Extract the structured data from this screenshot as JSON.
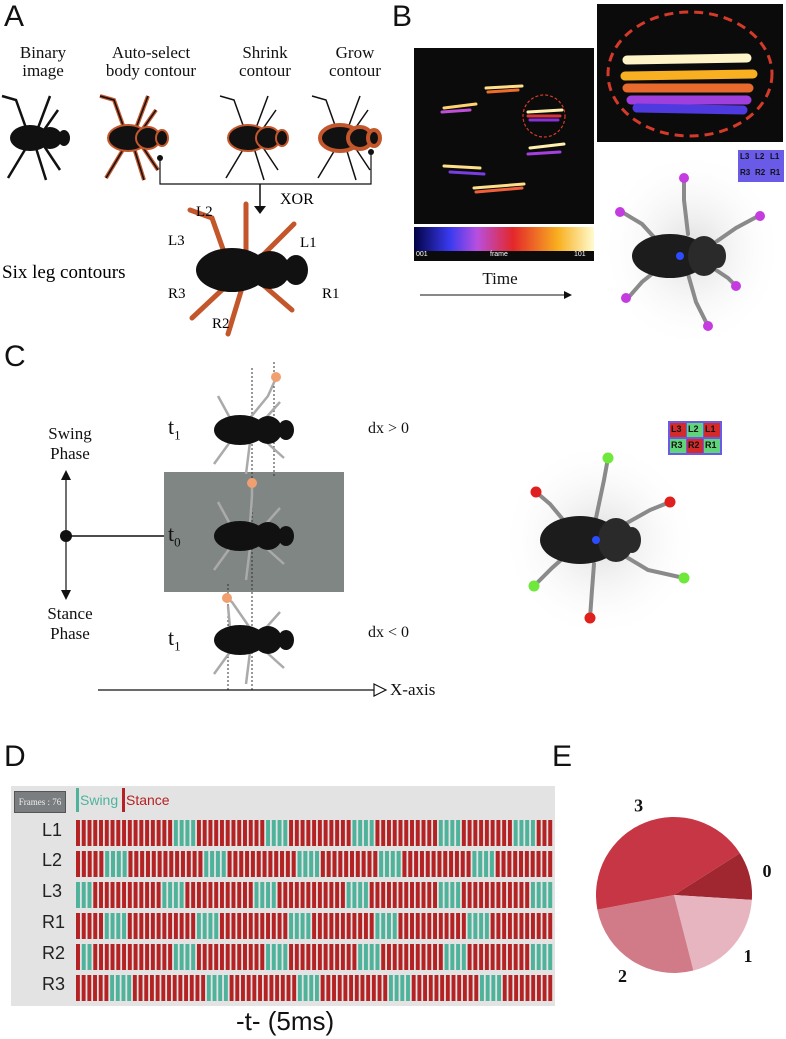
{
  "panels": {
    "a": "A",
    "b": "B",
    "c": "C",
    "d": "D",
    "e": "E"
  },
  "panelA": {
    "steps": [
      "Binary\nimage",
      "Auto-select\nbody contour",
      "Shrink\ncontour",
      "Grow\ncontour"
    ],
    "xor": "XOR",
    "six_leg": "Six leg contours",
    "legs": {
      "L1": "L1",
      "L2": "L2",
      "L3": "L3",
      "R1": "R1",
      "R2": "R2",
      "R3": "R3"
    }
  },
  "panelB": {
    "colorbar_min": "001",
    "colorbar_mid": "frame",
    "colorbar_max": "101",
    "time_label": "Time",
    "legend_top": [
      "L3",
      "L2",
      "L1"
    ],
    "legend_bottom": [
      "R3",
      "R2",
      "R1"
    ]
  },
  "panelC": {
    "t1_top": "t",
    "t1_top_sub": "1",
    "t0": "t",
    "t0_sub": "0",
    "t1_bot": "t",
    "t1_bot_sub": "1",
    "swing": "Swing\nPhase",
    "stance": "Stance\nPhase",
    "dx_pos": "dx > 0",
    "dx_neg": "dx < 0",
    "x_axis": "X-axis",
    "legend_top": [
      "L3",
      "L2",
      "L1"
    ],
    "legend_bottom": [
      "R3",
      "R2",
      "R1"
    ]
  },
  "panelD": {
    "frames": "Frames : 76",
    "swing": "Swing",
    "stance": "Stance",
    "time_label": "-t- (5ms)",
    "colors": {
      "swing": "#4fb39b",
      "stance": "#b52223"
    }
  },
  "chart_data": [
    {
      "type": "heatmap",
      "title": "",
      "rows": [
        "L1",
        "L2",
        "L3",
        "R1",
        "R2",
        "R3"
      ],
      "frames": 76,
      "legend": [
        "Swing",
        "Stance"
      ],
      "xlabel": "-t- (5ms)",
      "states": [
        "SSSSSSSSSSSSSSSSSWWWWSSSSSSSSSSSSWWWWSSSSSSSSSSSWWWWSSSSSSSSSSSWWWWSSSSSSSSSWWWWSSS",
        "SSSSSWWWWSSSSSSSSSSSSSWWWWSSSSSSSSSSSSWWWWSSSSSSSSSSWWWWSSSSSSSSSSSSWWWWSSSSSSSSSS",
        "WWWSSSSSSSSSSSSWWWWSSSSSSSSSSSSWWWWSSSSSSSSSSSSWWWWSSSSSSSSSSSSWWWWSSSSSSSSSSSSWWWW",
        "SSSSSWWWWSSSSSSSSSSSSWWWWSSSSSSSSSSSSWWWWSSSSSSSSSSSWWWWSSSSSSSSSSSSWWWWSSSSSSSSSSS",
        "SWWSSSSSSSSSSSSSSWWWWSSSSSSSSSSSSWWWWSSSSSSSSSSSSWWWWSSSSSSSSSSSWWWWSSSSSSSSSSSWWWW",
        "SSSSSSWWWWSSSSSSSSSSSSSWWWWSSSSSSSSSSSSWWWWSSSSSSSSSSSSWWWWSSSSSSSSSSSSWWWWSSSSSSSSS"
      ]
    },
    {
      "type": "pie",
      "title": "",
      "categories": [
        "0",
        "1",
        "2",
        "3"
      ],
      "values": [
        10,
        20,
        26,
        44
      ],
      "colors": [
        "#a0262f",
        "#e6b5c0",
        "#d17b89",
        "#c63644"
      ]
    }
  ]
}
